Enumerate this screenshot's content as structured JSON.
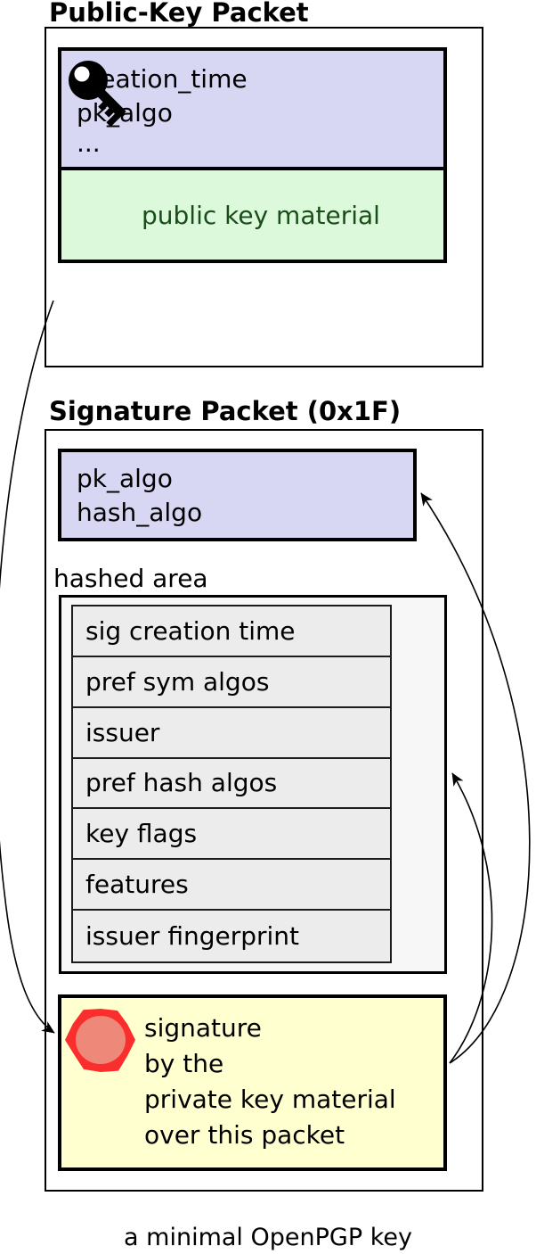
{
  "diagram": {
    "public_key_packet": {
      "title": "Public-Key Packet",
      "header_fields": [
        "creation_time",
        "pk_algo",
        "..."
      ],
      "key_material_label": "public key material"
    },
    "signature_packet": {
      "title": "Signature Packet (0x1F)",
      "header_fields": [
        "pk_algo",
        "hash_algo"
      ],
      "hashed_area_label": "hashed area",
      "hashed_subpackets": [
        "sig creation time",
        "pref sym algos",
        "issuer",
        "pref hash algos",
        "key flags",
        "features",
        "issuer fingerprint"
      ],
      "signature_lines": [
        "signature",
        "by the",
        "private key material",
        "over this packet"
      ]
    },
    "caption": "a minimal OpenPGP key",
    "colors": {
      "header_fill": "#d7d7f4",
      "key_material_fill": "#dcf9dc",
      "key_material_text": "#1a4d1a",
      "signature_fill": "#ffffd0",
      "hashed_area_fill": "#f7f7f7",
      "subpacket_row_fill": "#ececec",
      "seal_outer": "#fb2e2e",
      "seal_inner": "#ee8878",
      "line_color": "#000000"
    }
  }
}
